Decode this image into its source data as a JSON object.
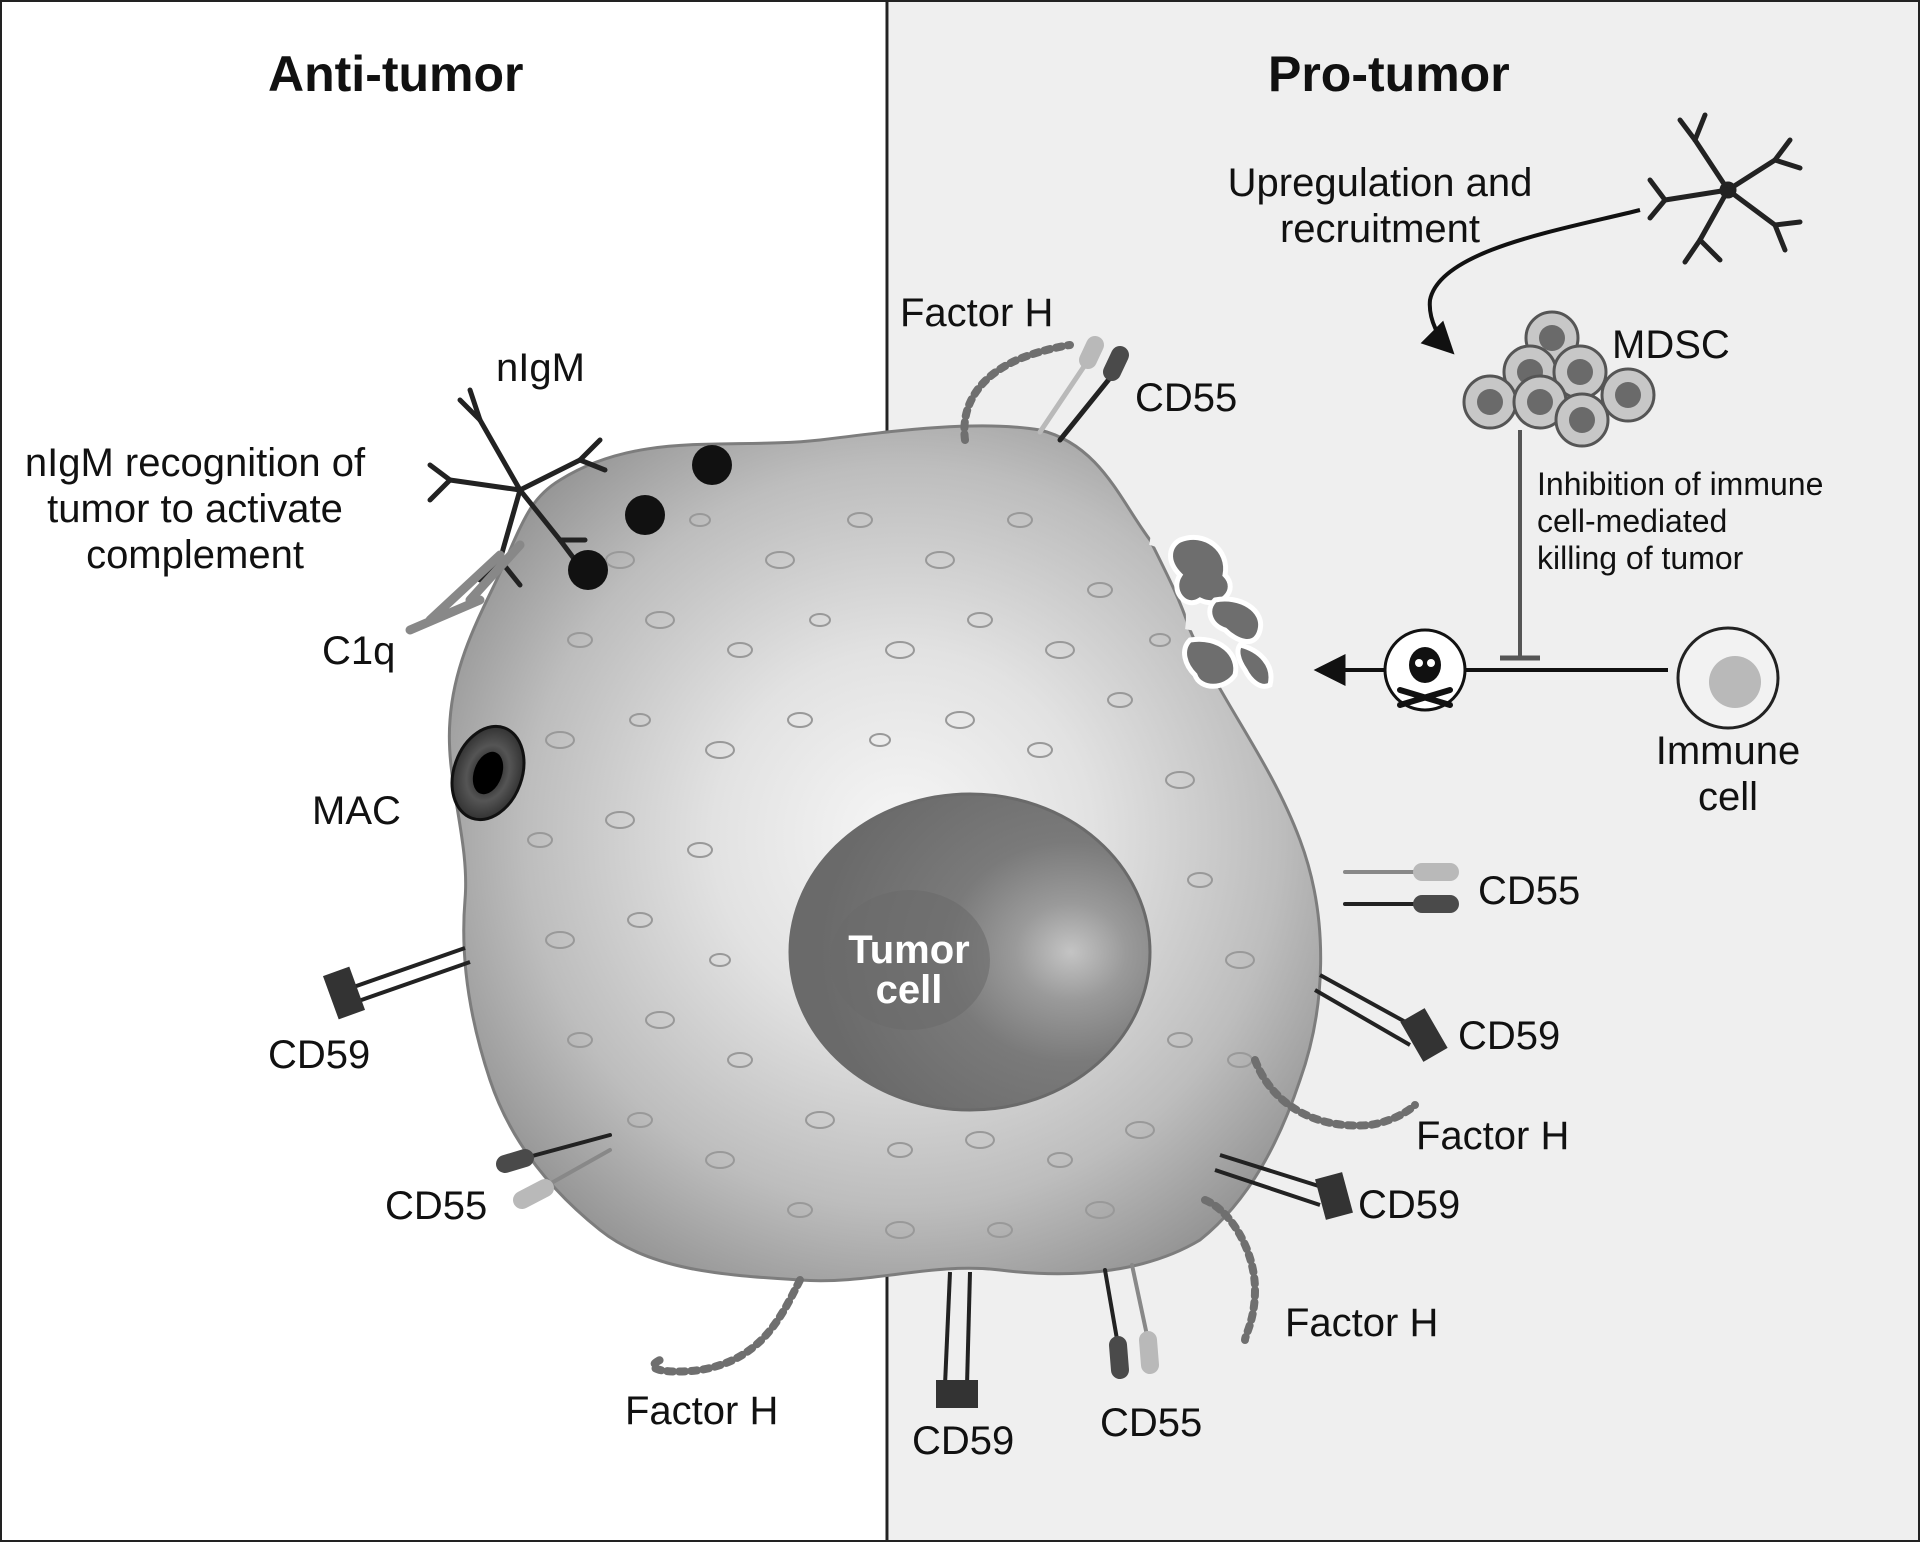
{
  "panels": {
    "left_title": "Anti-tumor",
    "right_title": "Pro-tumor"
  },
  "colors": {
    "right_panel_bg": "#efefef",
    "divider": "#222222",
    "cell_mid": "#bdbdbd",
    "cell_dark": "#8a8a8a",
    "nucleus": "#767676",
    "factor_h_bead": "#6f6f6f",
    "cd55_dark": "#4a4a4a",
    "cd55_light": "#b9b9b9",
    "cd59": "#333333"
  },
  "labels": {
    "tumor_cell_line1": "Tumor",
    "tumor_cell_line2": "cell",
    "nigm": "nIgM",
    "nigm_recognition_line1": "nIgM recognition of",
    "nigm_recognition_line2": "tumor to activate",
    "nigm_recognition_line3": "complement",
    "c1q": "C1q",
    "mac": "MAC",
    "cd59": "CD59",
    "cd55": "CD55",
    "factor_h": "Factor H",
    "upregulation_line1": "Upregulation and",
    "upregulation_line2": "recruitment",
    "mdsc": "MDSC",
    "inhibition_line1": "Inhibition of immune",
    "inhibition_line2": "cell-mediated",
    "inhibition_line3": "killing of tumor",
    "immune_cell_line1": "Immune",
    "immune_cell_line2": "cell"
  },
  "icons": {
    "killing": "skull-crossbones-icon",
    "antibody": "pentameric-igm-icon",
    "pore": "mac-pore-icon"
  }
}
